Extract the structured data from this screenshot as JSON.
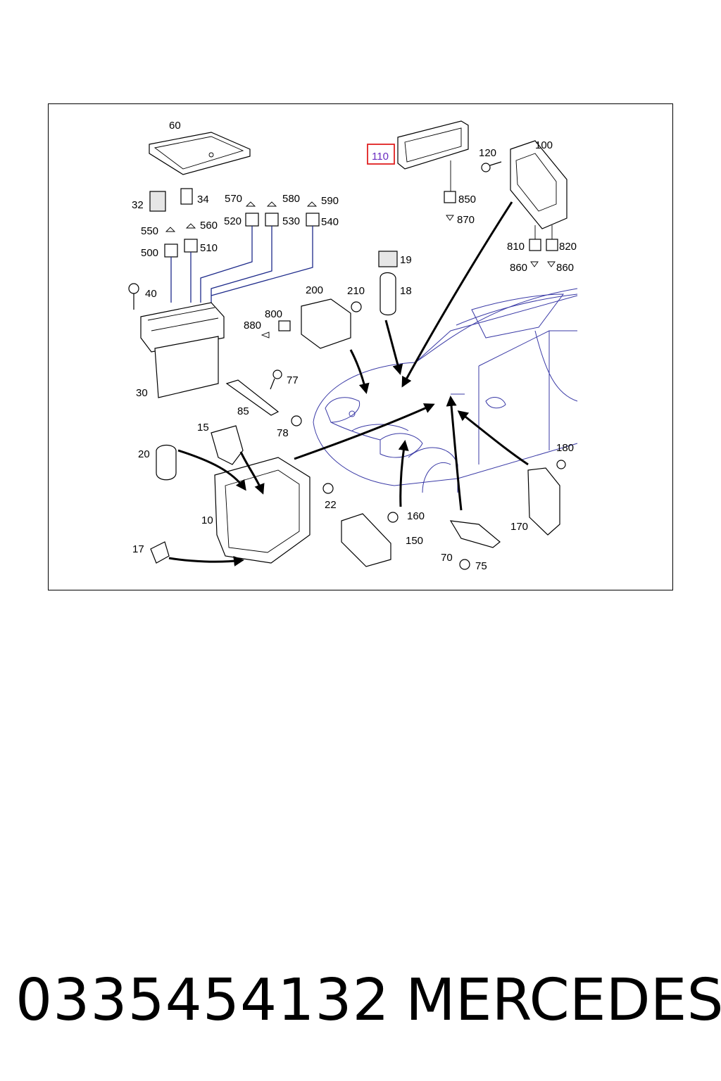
{
  "diagram": {
    "labels": {
      "l60": "60",
      "l110": "110",
      "l120": "120",
      "l100": "100",
      "l32": "32",
      "l34": "34",
      "l570": "570",
      "l580": "580",
      "l590": "590",
      "l550": "550",
      "l560": "560",
      "l520": "520",
      "l530": "530",
      "l540": "540",
      "l500": "500",
      "l510": "510",
      "l850": "850",
      "l870": "870",
      "l810": "810",
      "l820": "820",
      "l860a": "860",
      "l860b": "860",
      "l19": "19",
      "l18": "18",
      "l40": "40",
      "l200": "200",
      "l210": "210",
      "l800": "800",
      "l880": "880",
      "l77": "77",
      "l30": "30",
      "l85": "85",
      "l78": "78",
      "l15": "15",
      "l20": "20",
      "l22": "22",
      "l10": "10",
      "l160": "160",
      "l150": "150",
      "l180": "180",
      "l170": "170",
      "l17": "17",
      "l70": "70",
      "l75": "75"
    },
    "highlight_color": "#e02020"
  },
  "footer": {
    "part_number": "0335454132",
    "brand": "MERCEDES"
  }
}
